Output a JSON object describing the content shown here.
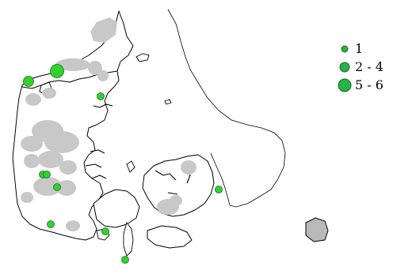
{
  "colors": {
    "observation_fill": "#2fd32f",
    "legend_fill": "#24b34a",
    "observation_stroke": "#1e6b1e",
    "distribution_grey": "#c8c8c8",
    "coastline": "#000000"
  },
  "legend": {
    "items": [
      {
        "label": "1",
        "size_class": "small"
      },
      {
        "label": "2 - 4",
        "size_class": "medium"
      },
      {
        "label": "5 - 6",
        "size_class": "large"
      }
    ]
  },
  "map_layers": {
    "distribution_area": "grey",
    "observation_symbols": "green-circles"
  },
  "observations": [
    {
      "region": "north-west-jutland",
      "size_class": "medium"
    },
    {
      "region": "north-jutland-coast",
      "size_class": "large"
    },
    {
      "region": "himmerland",
      "size_class": "small"
    },
    {
      "region": "central-jutland",
      "size_class": "small"
    },
    {
      "region": "central-jutland",
      "size_class": "small"
    },
    {
      "region": "central-jutland",
      "size_class": "small"
    },
    {
      "region": "south-jutland",
      "size_class": "small"
    },
    {
      "region": "south-funen",
      "size_class": "small"
    },
    {
      "region": "langeland",
      "size_class": "small"
    },
    {
      "region": "zealand-east",
      "size_class": "small"
    }
  ]
}
